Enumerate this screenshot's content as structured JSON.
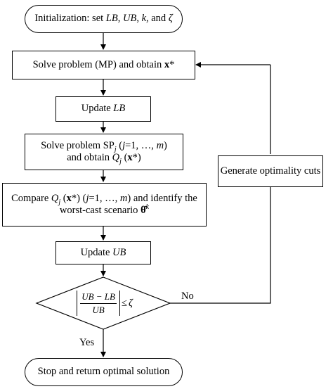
{
  "nodes": {
    "init": {
      "prefix": "Initialization: set ",
      "lb": "LB",
      "sep1": ", ",
      "ub": "UB",
      "sep2": ", ",
      "k": "k",
      "sep3": ", and ",
      "zeta": "ζ"
    },
    "solve_mp": {
      "text": "Solve problem (MP) and obtain ",
      "x": "x",
      "star": "*"
    },
    "update_lb": {
      "prefix": "Update ",
      "lb": "LB"
    },
    "solve_sp": {
      "line1_prefix": "Solve problem SP",
      "line1_sub": "j",
      "line1_paren_open": " (",
      "line1_j": "j",
      "line1_range": "=1, …, ",
      "line1_m": "m",
      "line1_paren_close": ")",
      "line2_prefix": "and obtain ",
      "line2_q": "Q",
      "line2_sub": "j",
      "line2_paren_open": " (",
      "line2_x": "x",
      "line2_star": "*",
      "line2_paren_close": ")"
    },
    "compare": {
      "line1_prefix": "Compare ",
      "line1_q": "Q",
      "line1_sub": "j",
      "line1_paren_open": " (",
      "line1_x": "x",
      "line1_star": "*",
      "line1_mid": ") (",
      "line1_j": "j",
      "line1_range": "=1, …, ",
      "line1_m": "m",
      "line1_suffix": ") and identify the",
      "line2_prefix": "worst-cast scenario ",
      "line2_theta": "θ̂",
      "line2_sup": "k"
    },
    "update_ub": {
      "prefix": "Update ",
      "ub": "UB"
    },
    "decision": {
      "num": "UB − LB",
      "den": "UB",
      "rel": "≤",
      "zeta": "ζ"
    },
    "stop": {
      "text": "Stop and return optimal solution"
    },
    "cuts": {
      "text": "Generate optimality cuts"
    }
  },
  "edge_labels": {
    "yes": "Yes",
    "no": "No"
  }
}
